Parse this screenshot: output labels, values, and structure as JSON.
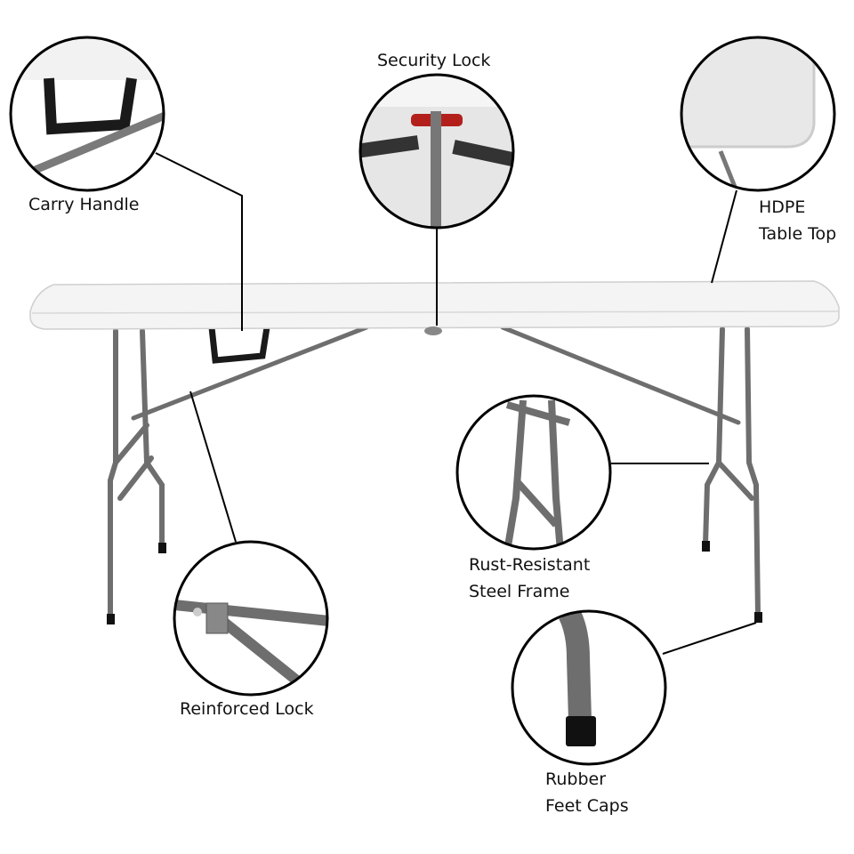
{
  "features": [
    {
      "id": "carry-handle",
      "lines": [
        "Carry Handle"
      ]
    },
    {
      "id": "security-lock",
      "lines": [
        "Security Lock"
      ]
    },
    {
      "id": "hdpe-table-top",
      "lines": [
        "HDPE",
        "Table Top"
      ]
    },
    {
      "id": "steel-frame",
      "lines": [
        "Rust-Resistant",
        "Steel Frame"
      ]
    },
    {
      "id": "reinforced-lock",
      "lines": [
        "Reinforced Lock"
      ]
    },
    {
      "id": "rubber-feet-caps",
      "lines": [
        "Rubber",
        "Feet Caps"
      ]
    }
  ],
  "colors": {
    "frame": "#6e6e6e",
    "table_top": "#f4f4f4",
    "lock_accent": "#b3201c",
    "handle": "#1a1a1a"
  }
}
